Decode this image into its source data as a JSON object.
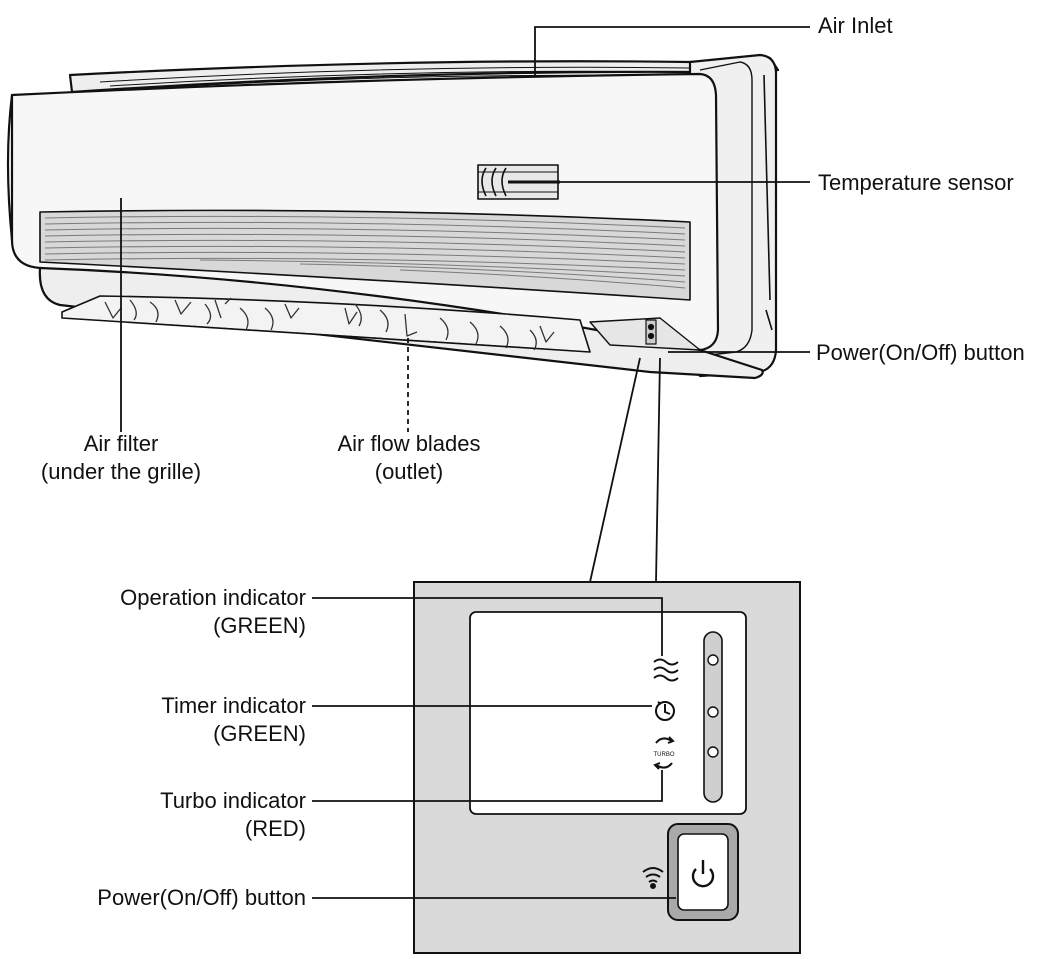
{
  "callouts": {
    "air_inlet": "Air Inlet",
    "temperature_sensor": "Temperature sensor",
    "power_button_top": "Power(On/Off) button",
    "air_filter": {
      "line1": "Air filter",
      "line2": "(under the grille)"
    },
    "air_flow_blades": {
      "line1": "Air flow blades",
      "line2": "(outlet)"
    },
    "operation_indicator": {
      "line1": "Operation indicator",
      "line2": "(GREEN)"
    },
    "timer_indicator": {
      "line1": "Timer indicator",
      "line2": "(GREEN)"
    },
    "turbo_indicator": {
      "line1": "Turbo indicator",
      "line2": "(RED)"
    },
    "power_button_bottom": "Power(On/Off) button"
  },
  "panel": {
    "turbo_icon_text": "TURBO"
  },
  "colors": {
    "line": "#111111",
    "body": "#f7f7f7",
    "panel_bg": "#dadada",
    "panel_inner": "#ffffff",
    "grille": "#bdbdbd"
  },
  "icons": [
    "operation-waves-icon",
    "timer-clock-icon",
    "turbo-arrows-icon",
    "wifi-icon",
    "power-icon"
  ]
}
